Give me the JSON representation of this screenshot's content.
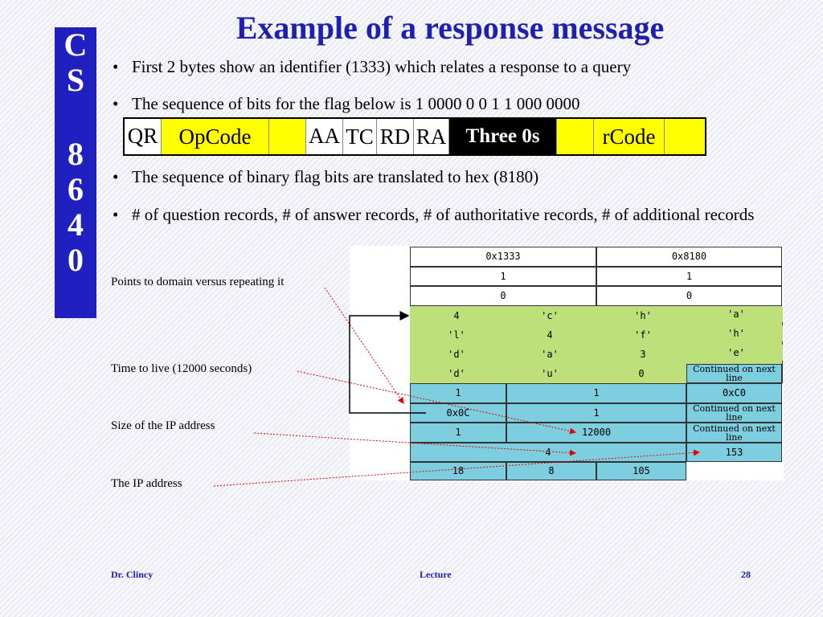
{
  "title": "Example of a response message",
  "sidebar": [
    "C",
    "S",
    "8",
    "6",
    "4",
    "0"
  ],
  "bullets": [
    "First 2 bytes show an identifier (1333) which relates a response to a query",
    "The sequence of bits for the flag below is 1 0000 0 0 1 1 000 0000",
    "The sequence of binary flag bits are translated to hex (8180)",
    "# of question records, # of answer records, # of authoritative records, # of additional records"
  ],
  "flags": {
    "qr": "QR",
    "opcode": "OpCode",
    "aa": "AA",
    "tc": "TC",
    "rd": "RD",
    "ra": "RA",
    "zeros": "Three 0s",
    "rcode": "rCode"
  },
  "labels": {
    "domain_pointer": "Points to domain versus repeating it",
    "ttl": "Time to live (12000 seconds)",
    "ip_size": "Size of the IP address",
    "ip": "The IP address"
  },
  "message": {
    "id": "0x1333",
    "flags_hex": "0x8180",
    "qd_count": "1",
    "an_count": "1",
    "ns_count": "0",
    "ar_count": "0",
    "qname": [
      "4",
      "'c'",
      "'h'",
      "'a'",
      "'l'",
      "4",
      "'f'",
      "'h'",
      "'d'",
      "'a'",
      "3",
      "'e'",
      "'d'",
      "'u'",
      "0"
    ],
    "continued": "Continued on next line",
    "qtype": "1",
    "qclass": "1",
    "ptr": "0xC0",
    "ptr_offset": "0x0C",
    "atype": "1",
    "aclass": "1",
    "ttl": "12000",
    "rdlength": "4",
    "ip": [
      "153",
      "18",
      "8",
      "105"
    ]
  },
  "footer": {
    "author": "Dr. Clincy",
    "center": "Lecture",
    "page": "28"
  }
}
